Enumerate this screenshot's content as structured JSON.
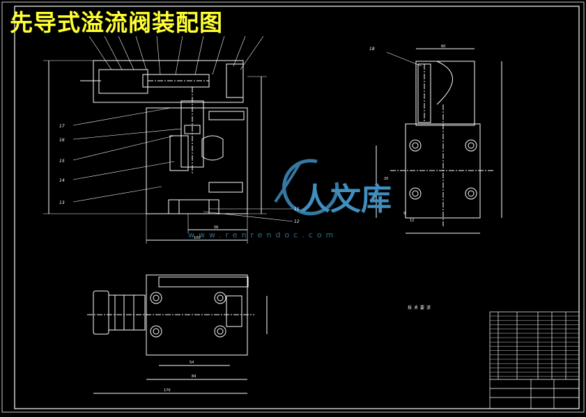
{
  "drawing": {
    "title": "先导式溢流阀装配图",
    "colors": {
      "background": "#000000",
      "line": "#ffffff",
      "title": "#ffff33",
      "watermark": "#3f8fbf"
    },
    "leader_labels": [
      "18",
      "17",
      "16",
      "15",
      "14",
      "13",
      "11",
      "12"
    ],
    "dimension_values": [
      "60",
      "20",
      "12",
      "9",
      "100",
      "56",
      "54",
      "84",
      "170"
    ],
    "technical_requirements": {
      "title": "技术要求"
    },
    "watermark": {
      "brand": "人文库",
      "site": "www.renrendoc.com"
    }
  }
}
